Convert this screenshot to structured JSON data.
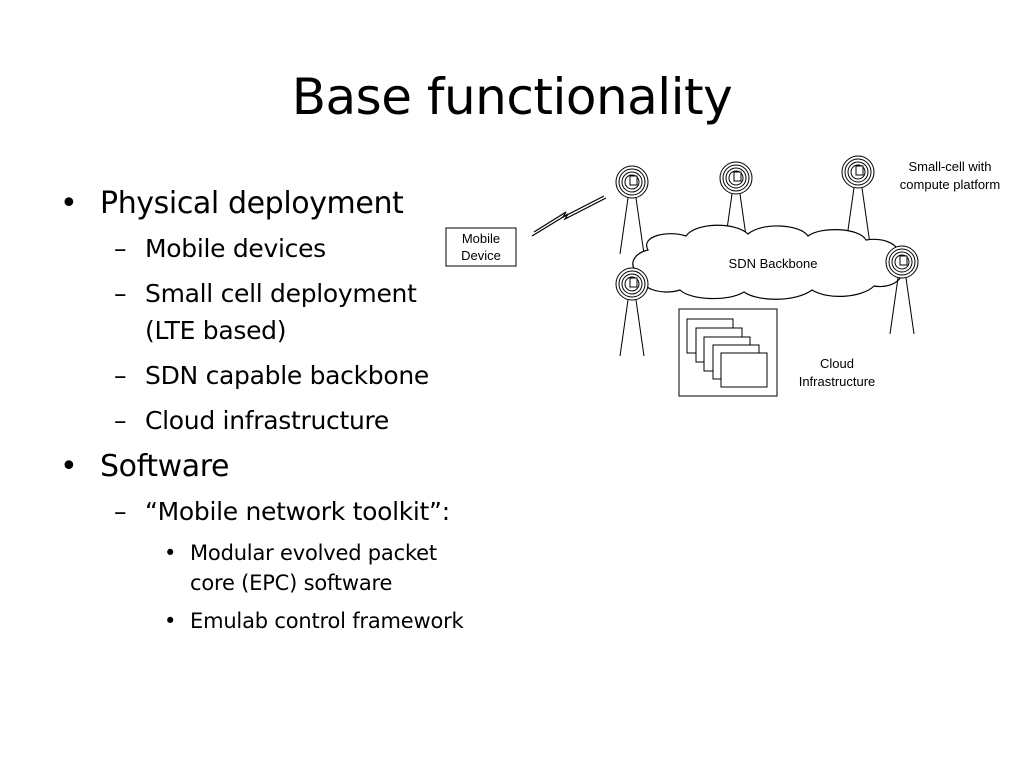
{
  "slide": {
    "title": "Base functionality"
  },
  "bullets": [
    {
      "text": "Physical deployment",
      "marker": "•",
      "children": [
        {
          "text": "Mobile devices",
          "marker": "–"
        },
        {
          "text": "Small cell deployment",
          "line2": "(LTE based)",
          "marker": "–"
        },
        {
          "text": "SDN capable backbone",
          "marker": "–"
        },
        {
          "text": "Cloud infrastructure",
          "marker": "–"
        }
      ]
    },
    {
      "text": "Software",
      "marker": "•",
      "children": [
        {
          "text": "“Mobile network toolkit”:",
          "marker": "–",
          "children": [
            {
              "text": "Modular evolved packet",
              "line2": "core (EPC) software",
              "marker": "•"
            },
            {
              "text": "Emulab control framework",
              "marker": "•"
            }
          ]
        }
      ]
    }
  ],
  "diagram": {
    "mobile_device_label": [
      "Mobile",
      "Device"
    ],
    "backbone_label": "SDN Backbone",
    "small_cell_label": [
      "Small-cell with",
      "compute platform"
    ],
    "cloud_label": [
      "Cloud",
      "Infrastructure"
    ]
  }
}
